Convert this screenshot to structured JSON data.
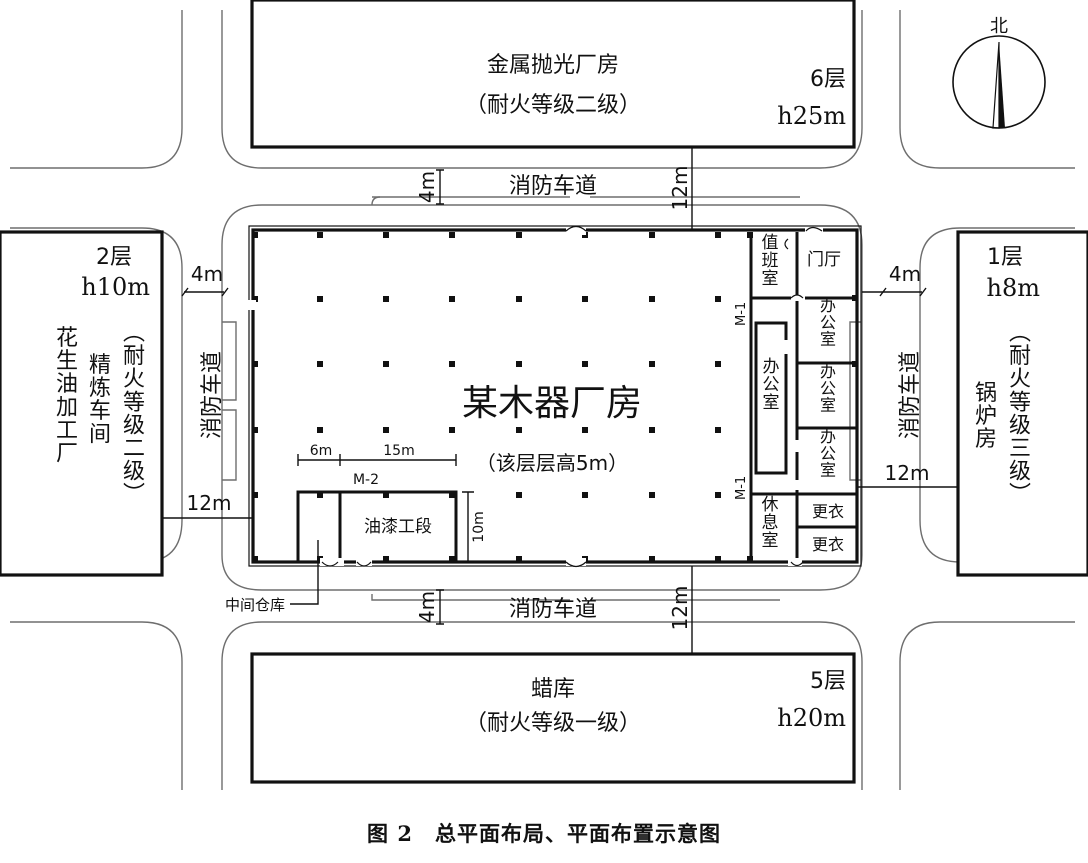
{
  "figure": {
    "caption": "图 2　总平面布局、平面布置示意图",
    "north_label": "北"
  },
  "buildings": {
    "north": {
      "name": "金属抛光厂房",
      "rating": "（耐火等级二级）",
      "floors": "6层",
      "height": "h25m"
    },
    "south": {
      "name": "蜡库",
      "rating": "（耐火等级一级）",
      "floors": "5层",
      "height": "h20m"
    },
    "west": {
      "name_cols": [
        "花生油加工厂",
        "精炼车间"
      ],
      "rating": "（耐火等级二级）",
      "floors": "2层",
      "height": "h10m"
    },
    "east": {
      "name": "锅炉房",
      "rating": "（耐火等级三级）",
      "floors": "1层",
      "height": "h8m"
    }
  },
  "main": {
    "name": "某木器厂房",
    "note": "（该层层高5m）"
  },
  "rooms": {
    "duty": "值班室",
    "lobby": "门厅",
    "office": "办公室",
    "rest": "休息室",
    "changing": "更衣",
    "paint": "油漆工段",
    "storage": "中间仓库"
  },
  "doors": {
    "m1": "M-1",
    "m2": "M-2"
  },
  "roads": {
    "fire_lane": "消防车道"
  },
  "dimensions": {
    "gap_4m": "4m",
    "gap_12m": "12m",
    "w_6m": "6m",
    "w_15m": "15m",
    "h_10m": "10m"
  },
  "colors": {
    "line": "#111111",
    "road": "#6e6e6e"
  }
}
